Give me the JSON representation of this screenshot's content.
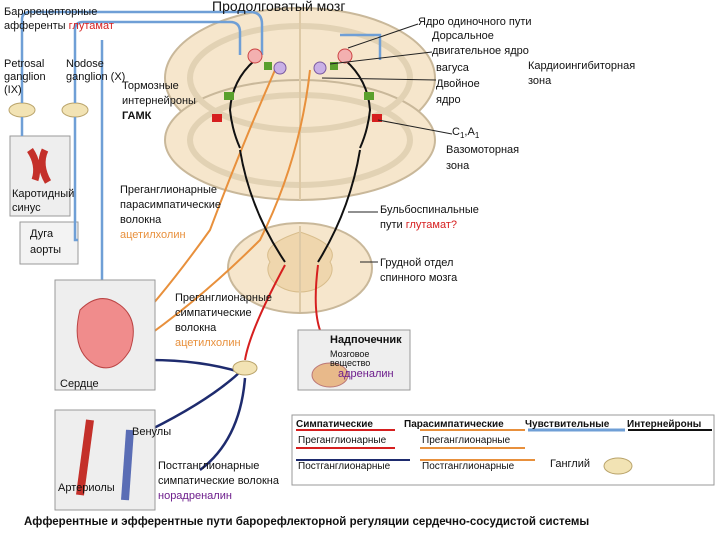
{
  "labels": {
    "baroreceptor_afferents": "Барорецепторные",
    "baroreceptor_afferents2": "афференты",
    "glutamate": "глутамат",
    "medulla_title": "Продолговатый мозг",
    "petrosal1": "Petrosal",
    "petrosal2": "ganglion",
    "petrosal3": "(IX)",
    "nodose1": "Nodose",
    "nodose2": "ganglion (X)",
    "inhib1": "Тормозные",
    "inhib2": "интернейроны",
    "inhib3": "ГАМК",
    "nts": "Ядро одиночного пути",
    "dorsal1": "Дорсальное",
    "dorsal2": "двигательное ядро",
    "dorsal3": "вагуса",
    "ambiguus1": "Двойное",
    "ambiguus2": "ядро",
    "cardioinhib1": "Кардиоингибиторная",
    "cardioinhib2": "зона",
    "c1a1": "C",
    "c1a1_sub1": "1",
    "c1a1_mid": ",A",
    "c1a1_sub2": "1",
    "vasomotor1": "Вазомоторная",
    "vasomotor2": "зона",
    "carotid1": "Каротидный",
    "carotid2": "синус",
    "aortic1": "Дуга",
    "aortic2": "аорты",
    "pregang_para1": "Преганглионарные",
    "pregang_para2": "парасимпатические",
    "pregang_para3": "волокна",
    "acetylcholine": "ацетилхолин",
    "bulbospinal1": "Бульбоспинальные",
    "bulbospinal2": "пути",
    "glutamate_q": "глутамат?",
    "thoracic1": "Грудной отдел",
    "thoracic2": "спинного мозга",
    "pregang_sym1": "Преганглионарные",
    "pregang_sym2": "симпатические",
    "pregang_sym3": "волокна",
    "adrenal": "Надпочечник",
    "medulla_sub1": "Мозговое",
    "medulla_sub2": "вещество",
    "adrenaline": "адреналин",
    "heart": "Сердце",
    "venules": "Венулы",
    "arterioles": "Артериолы",
    "postgang1": "Постганглионарные",
    "postgang2": "симпатические волокна",
    "noradrenaline": "норадреналин",
    "caption": "Афферентные и эфферентные пути барорефлекторной регуляции сердечно-сосудистой системы"
  },
  "legend": {
    "sympathetic": "Симпатические",
    "parasympathetic": "Парасимпатические",
    "sensory": "Чувствительные",
    "interneurons": "Интернейроны",
    "pre_sym": "Преганглионарные",
    "pre_para": "Преганглионарные",
    "post_sym": "Постганглионарные",
    "post_para": "Постганглионарные",
    "ganglion": "Ганглий"
  },
  "colors": {
    "sensory": "#6f9fd6",
    "parasympathetic": "#e8903c",
    "sympathetic_pre": "#d61f1f",
    "sympathetic_post": "#1e2b6e",
    "interneuron": "#111111",
    "excitatory": "#5aa02c",
    "inhibitory": "#d61f1f",
    "cord": "#f6e6cc"
  }
}
